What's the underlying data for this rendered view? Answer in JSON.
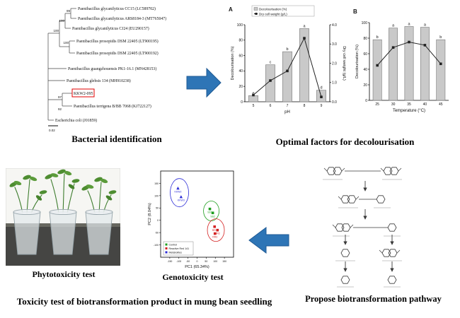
{
  "figure": {
    "captions": {
      "tree": "Bacterial identification",
      "charts": "Optimal factors  for decolourisation",
      "photo": "Phytotoxicity test",
      "pca": "Genotoxicity test",
      "pathway": "Propose biotransformation pathway",
      "bottom": "Toxicity test of biotransformation product  in mung bean seedling"
    }
  },
  "tree": {
    "taxa": [
      "Paenibacillus glycanilyticus CC15 (LC589702)",
      "Paenibacillus glycanilyticus ARS8184-3 (MT765047)",
      "Paenibacillus glycanilyticus CJ24 (EU290157)",
      "Paenibacillus prosopidis DSM 22405 (LT900195)",
      "Paenibacillus prosopidis DSM 22405 (LT900192)",
      "Paenibacillus guangzhouensis PK1-16.1 (MN428153)",
      "Paenibacillus glebsis 134 (MH910238)",
      "KKW2-095",
      "Paenibacillus terrigena B/BB 7068 (KJ722127)",
      "Escherichia coli (J01859)"
    ],
    "highlight_index": 7,
    "highlight_color": "#e00000",
    "bootstraps": [
      "99",
      "100",
      "100",
      "100",
      "97",
      "92"
    ],
    "scale": "0.02"
  },
  "chart_data": [
    {
      "type": "bar",
      "panel": "A",
      "categories": [
        "5",
        "6",
        "7",
        "8",
        "9"
      ],
      "xlabel": "pH",
      "ylabel": "Decolourisation (%)",
      "y2label": "Dry cell weight (g/L)",
      "ylim": [
        0,
        100
      ],
      "yticks": [
        0,
        20,
        40,
        60,
        80,
        100
      ],
      "y2lim": [
        0,
        4
      ],
      "y2ticks": [
        "0.0",
        "1.0",
        "2.0",
        "3.0",
        "4.0"
      ],
      "bars": [
        8,
        48,
        65,
        95,
        15
      ],
      "bar_letters": [
        "e",
        "c",
        "b",
        "a",
        "d"
      ],
      "line": [
        0.35,
        1.1,
        1.6,
        3.3,
        0.25
      ],
      "legend": [
        "Decolourisation (%)",
        "Dry cell weight (g/L)"
      ],
      "bar_color": "#c9c9c9",
      "line_color": "#222222"
    },
    {
      "type": "bar",
      "panel": "B",
      "categories": [
        "25",
        "30",
        "35",
        "40",
        "45"
      ],
      "xlabel": "Temperature (°C)",
      "ylabel": "Decolourisation (%)",
      "ylim": [
        0,
        100
      ],
      "yticks": [
        0,
        20,
        40,
        60,
        80,
        100
      ],
      "bars": [
        78,
        93,
        95,
        94,
        78
      ],
      "bar_letters": [
        "b",
        "a",
        "a",
        "a",
        "b"
      ],
      "line": [
        45,
        68,
        75,
        71,
        47
      ],
      "bar_color": "#c9c9c9",
      "line_color": "#222222"
    },
    {
      "type": "scatter",
      "panel": "PCA",
      "xlabel": "PC1 (65.34%)",
      "ylabel": "PC2 (8.04%)",
      "xlim": [
        -200,
        200
      ],
      "ylim": [
        -150,
        200
      ],
      "xticks": [
        -150,
        -100,
        -50,
        0,
        50,
        100,
        150
      ],
      "yticks": [
        -100,
        -50,
        0,
        50,
        100,
        150
      ],
      "groups": [
        {
          "name": "Metabolites",
          "color": "#2b2bd6",
          "marker": "triangle",
          "ellipse": {
            "cx": -97,
            "cy": 112,
            "rx": 13,
            "ry": 20
          },
          "points": [
            [
              -105,
              130
            ],
            [
              -88,
              95
            ]
          ],
          "labels": [
            "KKW2",
            "KKW3"
          ]
        },
        {
          "name": "Control",
          "color": "#1e9e1e",
          "marker": "square",
          "ellipse": {
            "cx": 78,
            "cy": 38,
            "rx": 11,
            "ry": 14
          },
          "points": [
            [
              70,
              46
            ],
            [
              86,
              30
            ]
          ],
          "labels": [
            "SS1",
            "SS2"
          ]
        },
        {
          "name": "Reactive Red 141",
          "color": "#d42222",
          "marker": "square",
          "ellipse": {
            "cx": 103,
            "cy": -40,
            "rx": 12,
            "ry": 16
          },
          "points": [
            [
              96,
              -26
            ],
            [
              112,
              -40
            ],
            [
              98,
              -54
            ]
          ],
          "labels": [
            "RR1",
            "RR2",
            "RR3"
          ]
        }
      ],
      "legend": [
        "Control",
        "Reactive Red 141",
        "Metabolites"
      ],
      "legend_colors": [
        "#1e9e1e",
        "#d42222",
        "#2b2bd6"
      ]
    }
  ],
  "arrows": {
    "color": "#2e75b6"
  }
}
